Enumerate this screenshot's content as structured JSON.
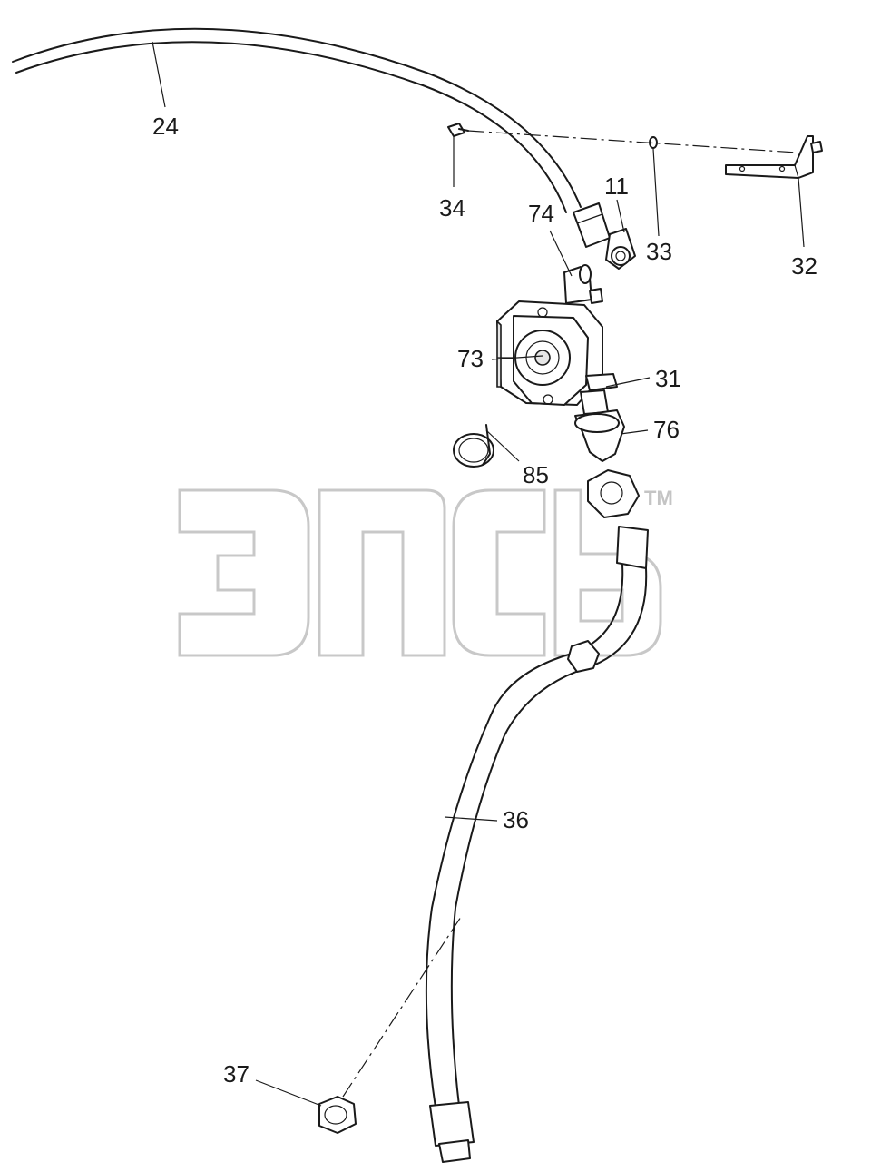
{
  "watermark": {
    "trademark": "TM"
  },
  "callouts": [
    {
      "id": "24",
      "label": "24"
    },
    {
      "id": "34",
      "label": "34"
    },
    {
      "id": "11",
      "label": "11"
    },
    {
      "id": "74",
      "label": "74"
    },
    {
      "id": "33",
      "label": "33"
    },
    {
      "id": "32",
      "label": "32"
    },
    {
      "id": "73",
      "label": "73"
    },
    {
      "id": "31",
      "label": "31"
    },
    {
      "id": "76",
      "label": "76"
    },
    {
      "id": "85",
      "label": "85"
    },
    {
      "id": "36",
      "label": "36"
    },
    {
      "id": "37",
      "label": "37"
    }
  ]
}
